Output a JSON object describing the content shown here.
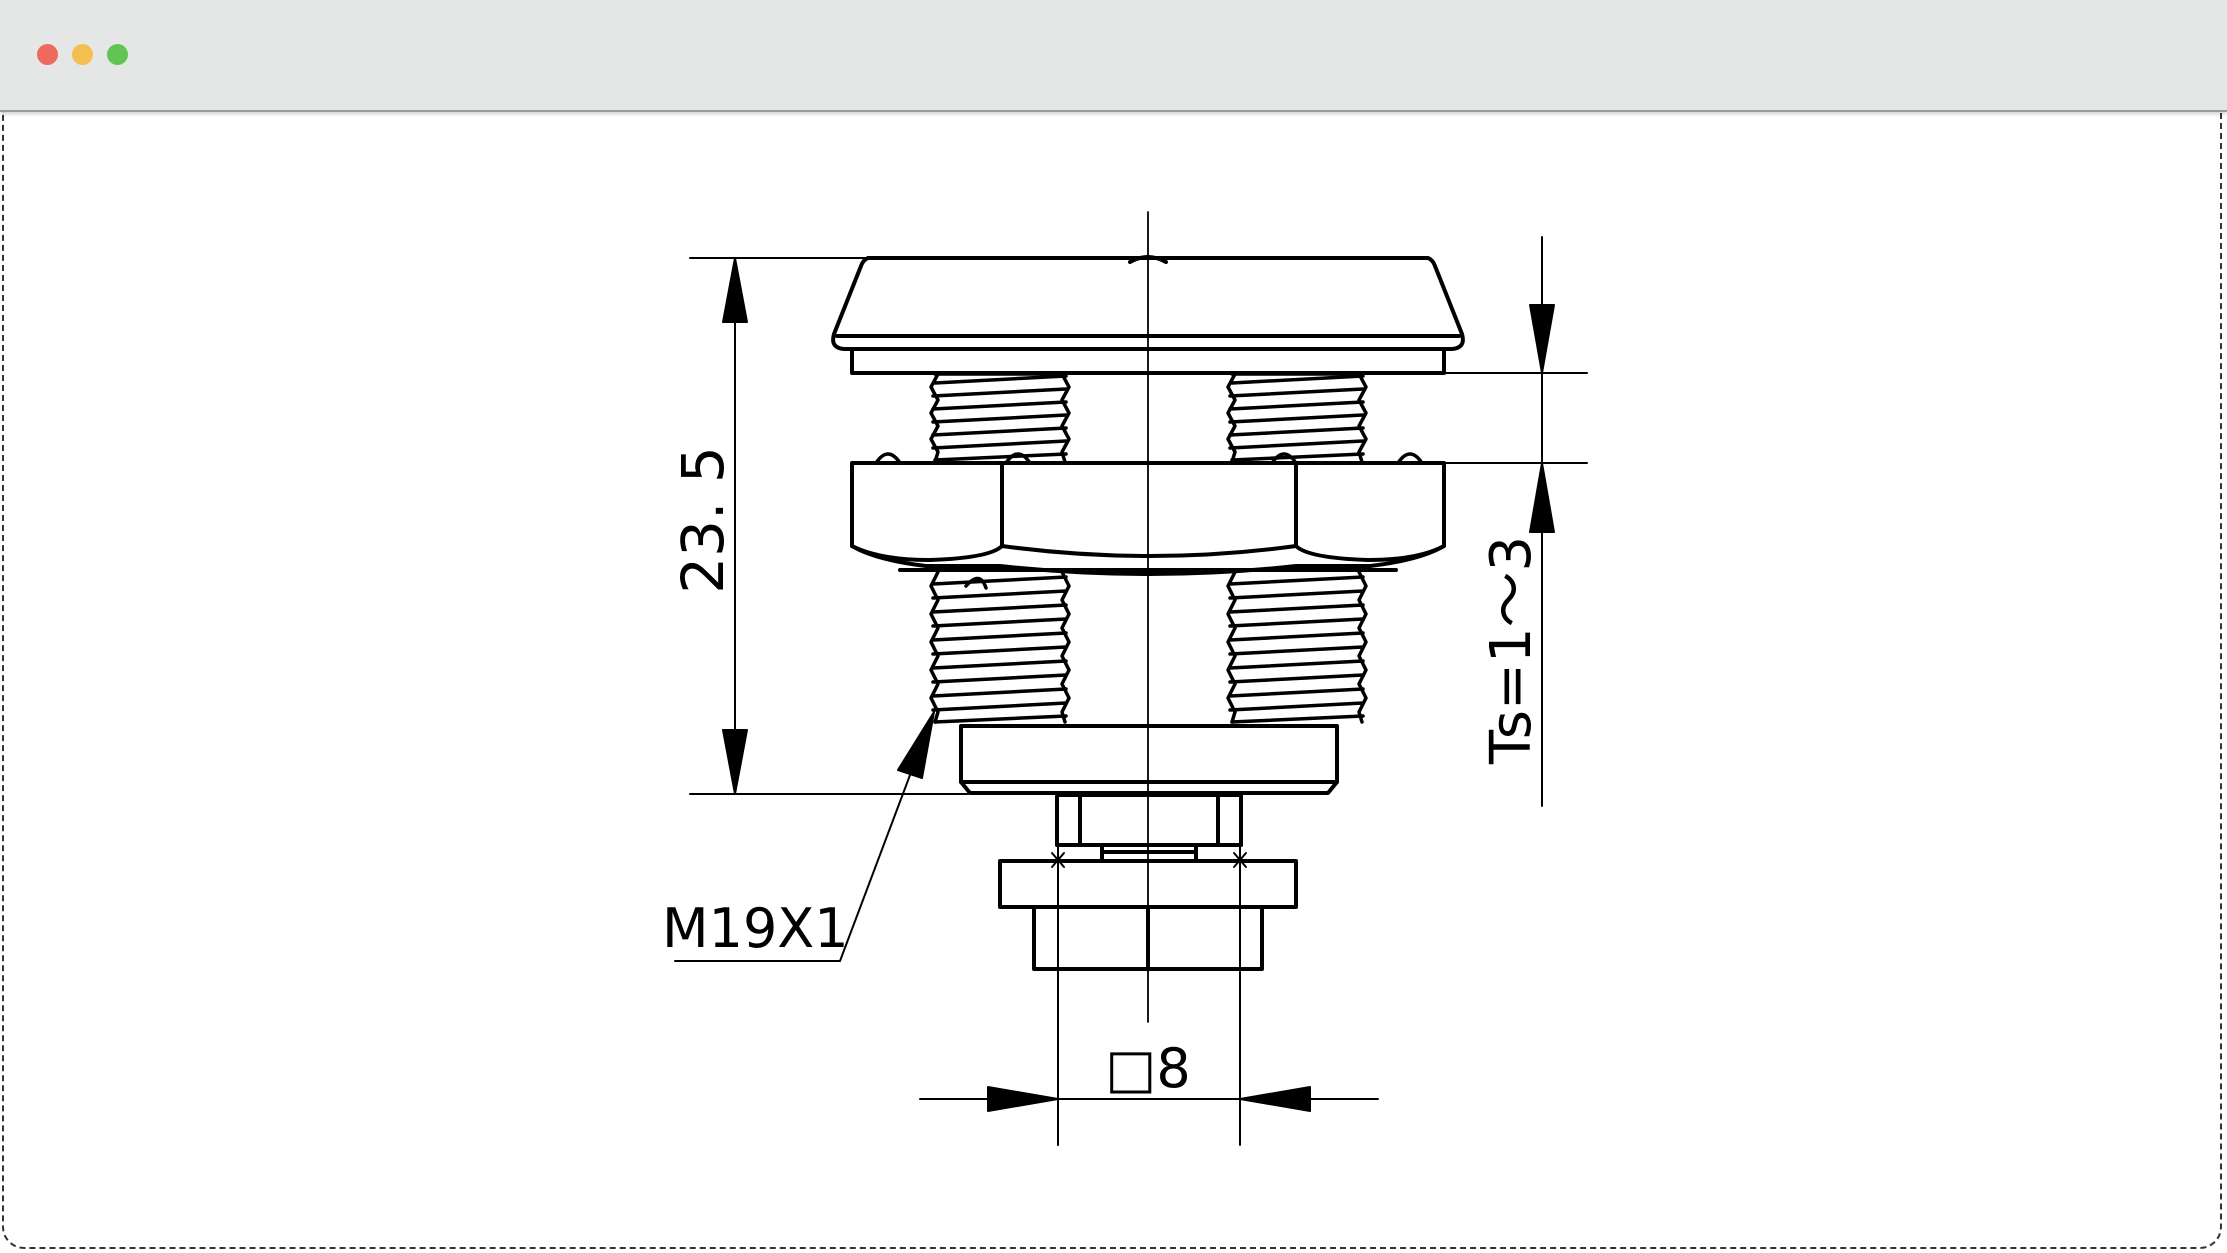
{
  "window": {
    "controls": [
      {
        "name": "close",
        "color": "#ec6a5e"
      },
      {
        "name": "minimize",
        "color": "#f4bf4f"
      },
      {
        "name": "maximize",
        "color": "#61c554"
      }
    ]
  },
  "drawing": {
    "height_dimension": "23. 5",
    "thread_label": "M19X1",
    "thickness_label": "Ts=1～3",
    "square_drive_label": "□8"
  },
  "colors": {
    "line": "#000000",
    "titlebar": "#e5e6e6",
    "background": "#ffffff"
  }
}
